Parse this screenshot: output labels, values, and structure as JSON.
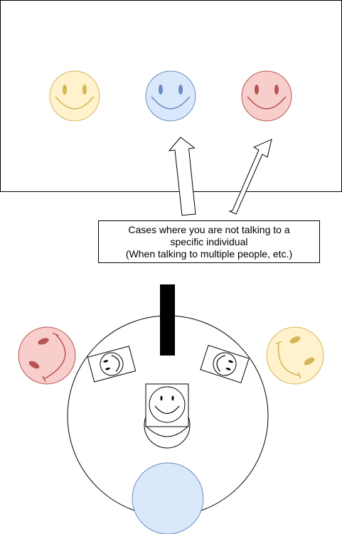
{
  "caption": {
    "lines": [
      "Cases where you are not talking to a",
      "specific individual",
      "(When talking to multiple people, etc.)"
    ]
  },
  "colors": {
    "yellow_fill": "#fff2cc",
    "yellow_stroke": "#d6b656",
    "blue_fill": "#dae8fc",
    "blue_stroke": "#6c8ebf",
    "red_fill": "#f8cecc",
    "red_stroke": "#b85450",
    "outline": "#000000"
  },
  "icons": [
    "smiley-yellow-icon",
    "smiley-blue-icon",
    "smiley-red-icon",
    "smiley-red-side-icon",
    "smiley-yellow-side-icon",
    "smiley-card-left-icon",
    "smiley-card-right-icon",
    "smiley-card-center-icon"
  ]
}
